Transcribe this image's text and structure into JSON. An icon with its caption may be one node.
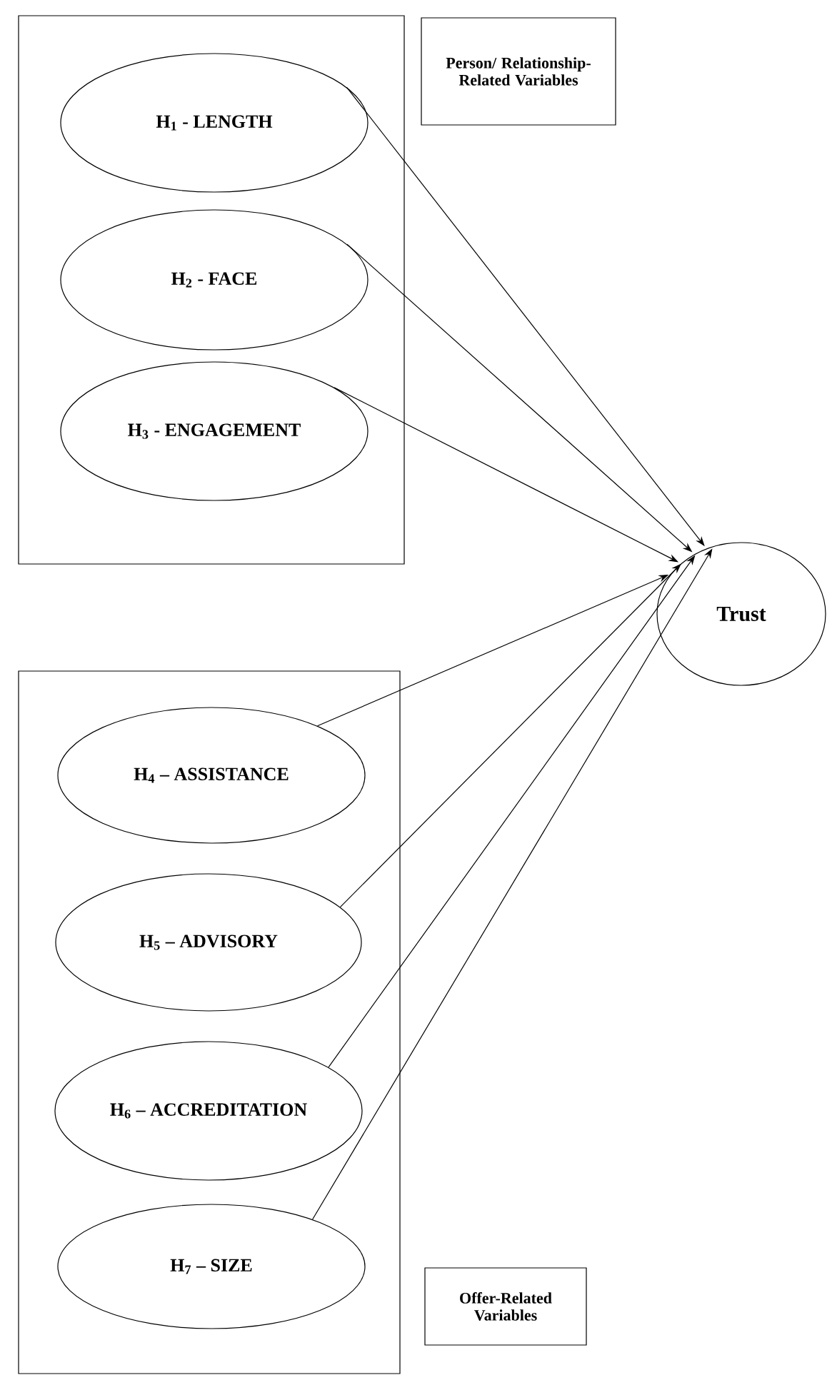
{
  "diagram": {
    "nodes": [
      {
        "text": [],
        "shape": "box"
      },
      {
        "text": [
          "H$_{1}$ - LENGTH"
        ],
        "in": 0
      },
      {
        "text": [
          "H$_{2}$ - FACE"
        ],
        "in": 0
      },
      {
        "text": [
          "H$_{3}$ - ENGAGEMENT"
        ],
        "in": 0
      },
      {
        "text": [
          "Person/ Relationship-Related Variables"
        ]
      },
      {
        "text": [
          "Trust"
        ]
      },
      {
        "text": [],
        "shape": "box"
      },
      {
        "text": [
          "H$_{4}$ – ASSISTANCE"
        ],
        "in": 6
      },
      {
        "text": [
          "H$_{5}$ – ADVISORY"
        ],
        "in": 6
      },
      {
        "text": [
          "H$_{6}$ – ACCREDITATION"
        ],
        "in": 6
      },
      {
        "text": [
          "H$_{7}$ – SIZE"
        ],
        "in": 6
      },
      {
        "text": [
          "Offer-Related Variables"
        ]
      }
    ],
    "edges": [
      {
        "from": 1,
        "to": 5,
        "arrow": "to"
      },
      {
        "from": 2,
        "to": 5,
        "arrow": "to"
      },
      {
        "from": 3,
        "to": 5,
        "arrow": "to"
      },
      {
        "from": 7,
        "to": 5,
        "arrow": "to"
      },
      {
        "from": 8,
        "to": 5,
        "arrow": "to"
      },
      {
        "from": 9,
        "to": 5,
        "arrow": "to"
      },
      {
        "from": 10,
        "to": 5,
        "arrow": "to"
      }
    ]
  }
}
